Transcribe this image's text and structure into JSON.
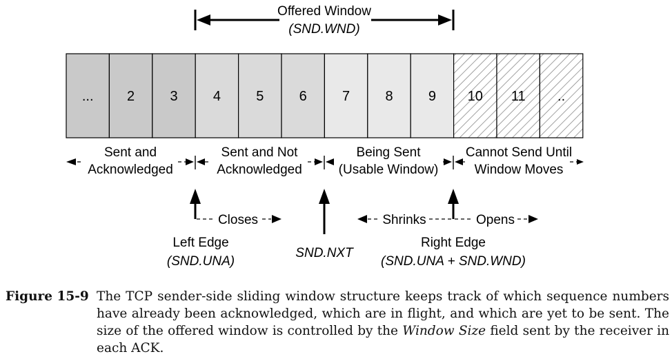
{
  "offered_window": {
    "title": "Offered Window",
    "subtitle": "(SND.WND)"
  },
  "cells": [
    {
      "label": "...",
      "group": "acked"
    },
    {
      "label": "2",
      "group": "acked"
    },
    {
      "label": "3",
      "group": "acked"
    },
    {
      "label": "4",
      "group": "unacked"
    },
    {
      "label": "5",
      "group": "unacked"
    },
    {
      "label": "6",
      "group": "unacked"
    },
    {
      "label": "7",
      "group": "usable"
    },
    {
      "label": "8",
      "group": "usable"
    },
    {
      "label": "9",
      "group": "usable"
    },
    {
      "label": "10",
      "group": "blocked"
    },
    {
      "label": "11",
      "group": "blocked"
    },
    {
      "label": "..",
      "group": "blocked"
    }
  ],
  "regions": [
    {
      "line1": "Sent and",
      "line2": "Acknowledged"
    },
    {
      "line1": "Sent and Not",
      "line2": "Acknowledged"
    },
    {
      "line1": "Being Sent",
      "line2": "(Usable Window)"
    },
    {
      "line1": "Cannot Send Until",
      "line2": "Window Moves"
    }
  ],
  "pointers": {
    "left_edge": {
      "line1": "Left Edge",
      "line2": "(SND.UNA)",
      "motion": "Closes"
    },
    "snd_nxt": {
      "label": "SND.NXT"
    },
    "right_edge": {
      "line1": "Right Edge",
      "line2": "(SND.UNA + SND.WND)",
      "motion_left": "Shrinks",
      "motion_right": "Opens"
    }
  },
  "colors": {
    "acked": "#c9c9c9",
    "unacked": "#dadada",
    "usable": "#e9e9e9",
    "blocked_hatch": "#8a8a8a",
    "line": "#000000"
  },
  "caption": {
    "label": "Figure 15-9",
    "text_before": "The TCP sender-side sliding window structure keeps track of which sequence numbers have already been acknowledged, which are in flight, and which are yet to be sent. The size of the offered window is controlled by the ",
    "text_italic": "Window Size",
    "text_after": " field sent by the receiver in each ACK."
  }
}
